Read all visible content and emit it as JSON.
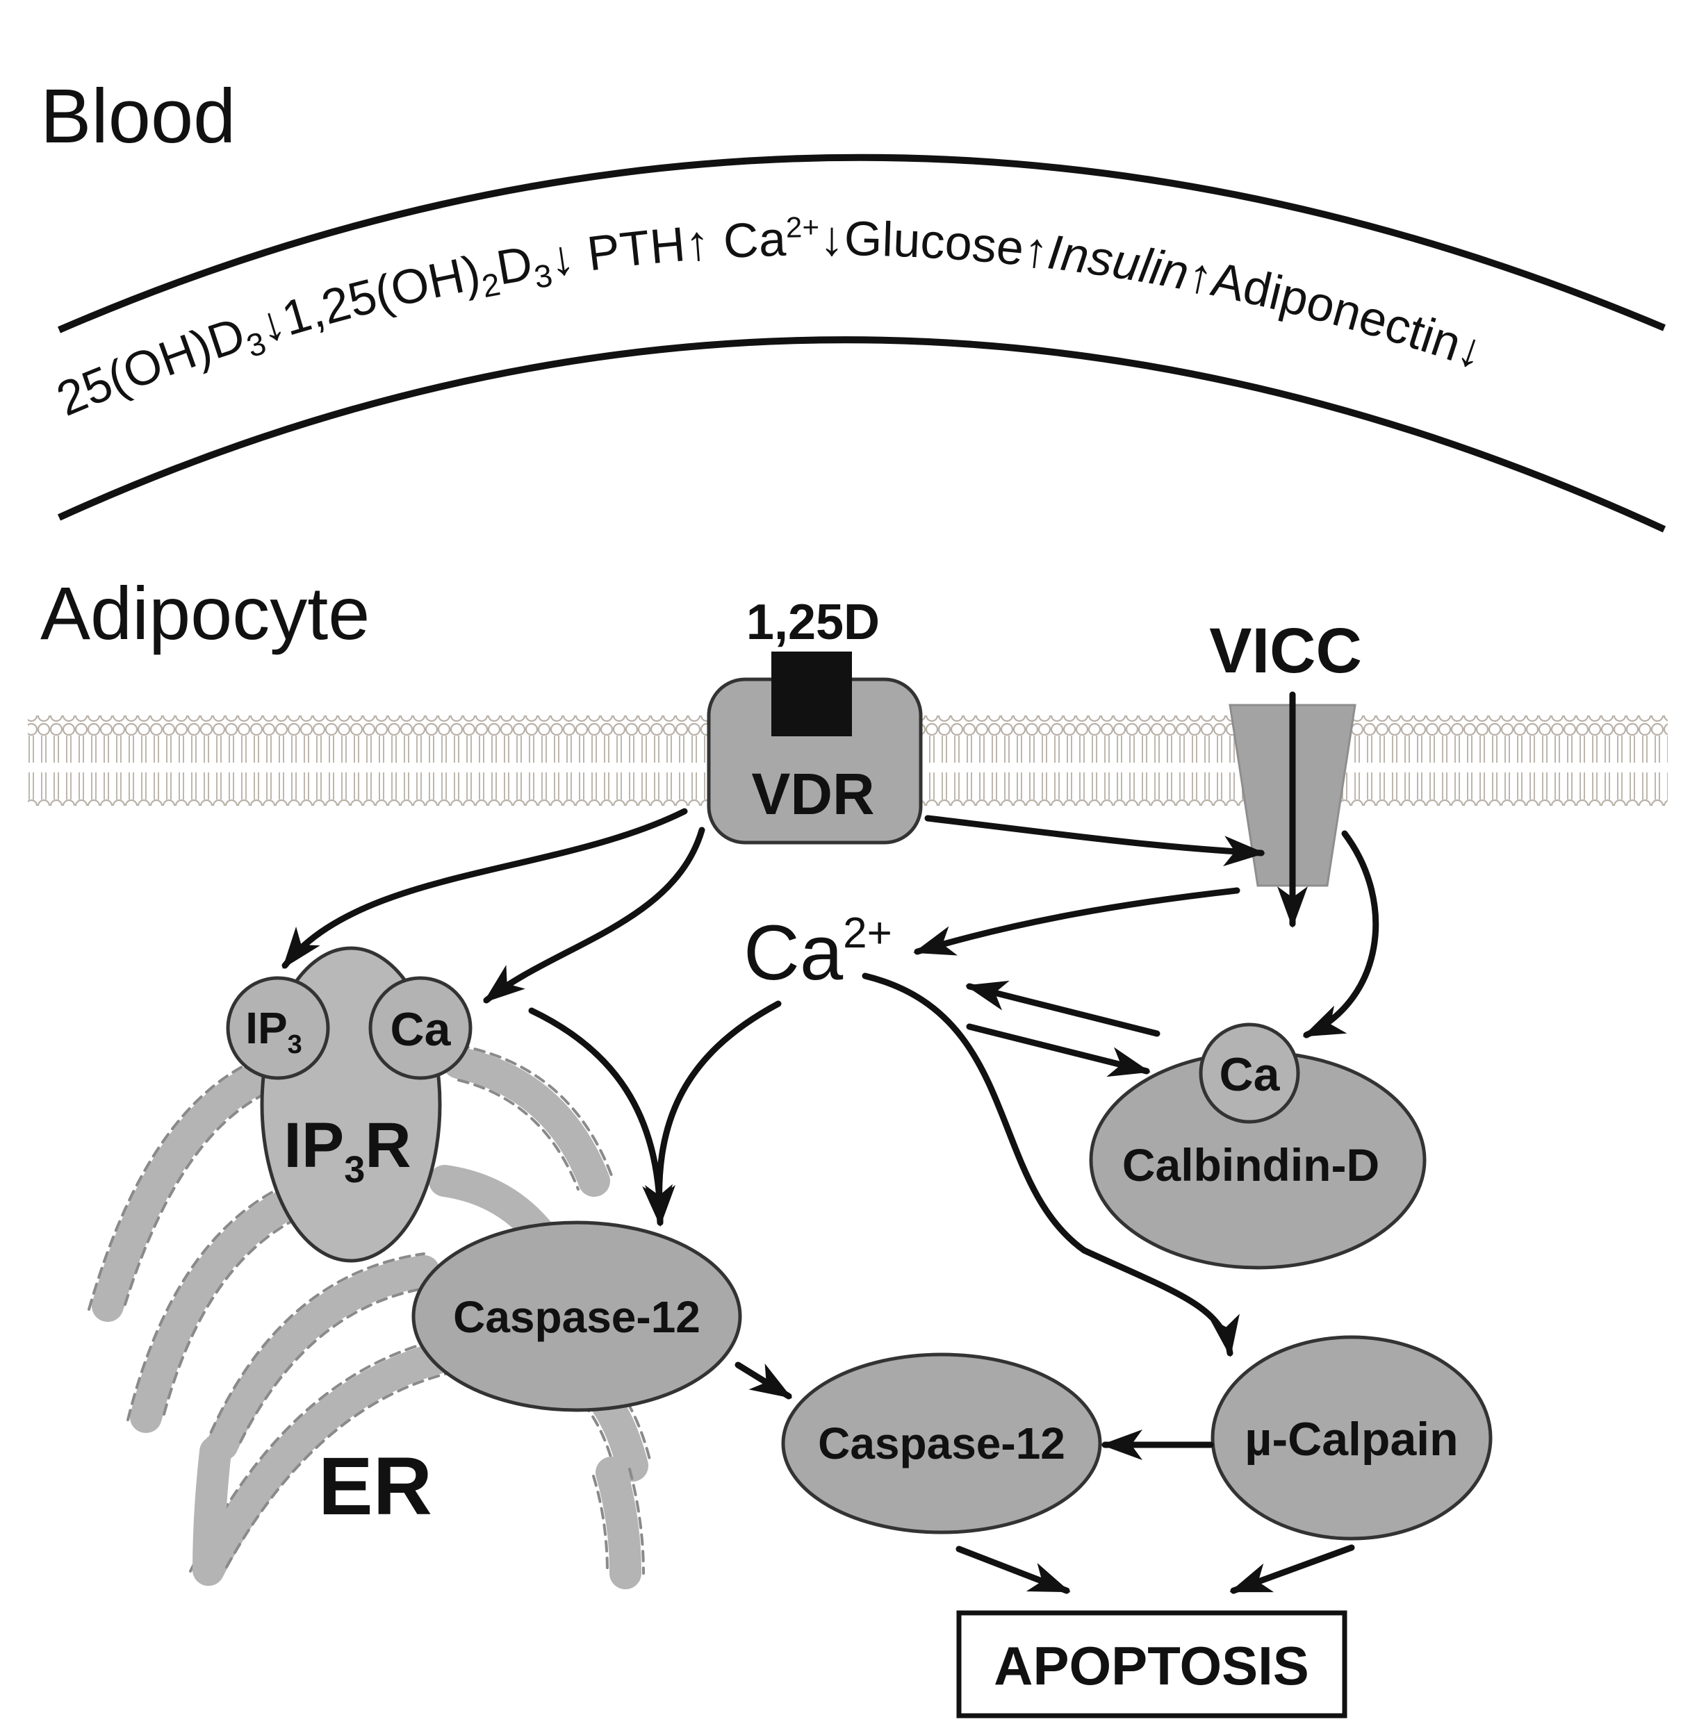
{
  "labels": {
    "blood": "Blood",
    "adipocyte": "Adipocyte",
    "er": "ER",
    "vicc": "VICC",
    "ligand": "1,25D",
    "vdr": "VDR",
    "calcium_ion": "Ca",
    "calcium_ion_charge": "2+",
    "ip3": "IP",
    "ip3_sub": "3",
    "ip3r_ca": "Ca",
    "ip3r": "IP",
    "ip3r_sub": "3",
    "ip3r_suffix": "R",
    "calbindin_ca": "Ca",
    "calbindin": "Calbindin-D",
    "caspase_er": "Caspase-12",
    "caspase_cyto": "Caspase-12",
    "calpain": "µ-Calpain",
    "apoptosis": "APOPTOSIS"
  },
  "blood_markers": [
    {
      "text": "25(OH)D",
      "sub": "3",
      "trend": "down"
    },
    {
      "text": "1,25(OH)",
      "sub": "2",
      "text2": "D",
      "sub2": "3",
      "trend": "down"
    },
    {
      "text": "PTH",
      "trend": "up"
    },
    {
      "text": "Ca",
      "sup": "2+",
      "trend": "down"
    },
    {
      "text": "Glucose",
      "trend": "up"
    },
    {
      "text": "Insulin",
      "trend": "up"
    },
    {
      "text": "Adiponectin",
      "trend": "down"
    }
  ],
  "colors": {
    "node_fill": "#b3b3b3",
    "node_dark": "#999999",
    "membrane": "#c9c4bd",
    "ink": "#111111"
  }
}
